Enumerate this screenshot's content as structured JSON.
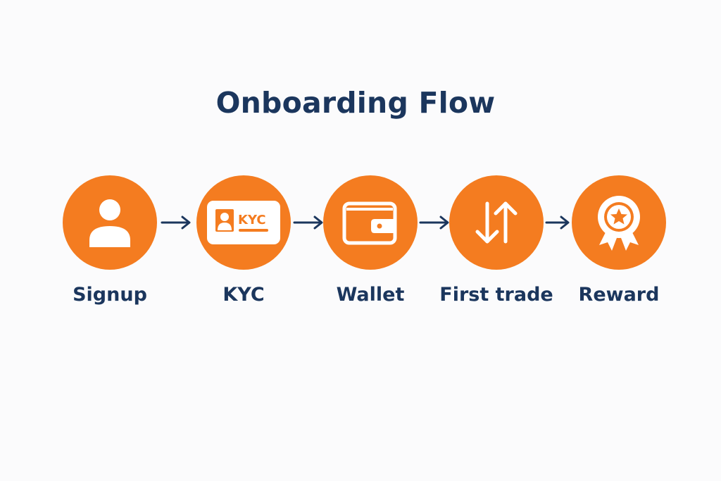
{
  "title": "Onboarding Flow",
  "colors": {
    "accent": "#f47c20",
    "text": "#1b365d",
    "arrow": "#1b365d",
    "background": "#fbfbfc"
  },
  "steps": [
    {
      "label": "Signup",
      "icon": "user-icon"
    },
    {
      "label": "KYC",
      "icon": "id-card-icon",
      "badge_text": "KYC"
    },
    {
      "label": "Wallet",
      "icon": "wallet-icon"
    },
    {
      "label": "First trade",
      "icon": "up-down-arrows-icon"
    },
    {
      "label": "Reward",
      "icon": "award-badge-icon"
    }
  ]
}
